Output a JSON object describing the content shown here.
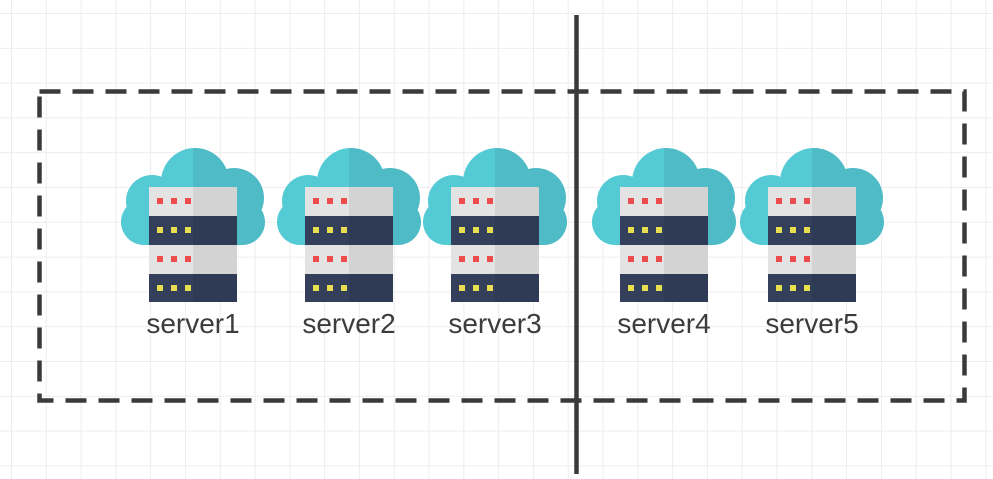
{
  "diagram": {
    "servers": [
      {
        "label": "server1",
        "icon": "cloud-server-icon",
        "zone": "left"
      },
      {
        "label": "server2",
        "icon": "cloud-server-icon",
        "zone": "left"
      },
      {
        "label": "server3",
        "icon": "cloud-server-icon",
        "zone": "left"
      },
      {
        "label": "server4",
        "icon": "cloud-server-icon",
        "zone": "right"
      },
      {
        "label": "server5",
        "icon": "cloud-server-icon",
        "zone": "right"
      }
    ],
    "boundary": {
      "style": "dashed-rectangle",
      "color": "#3a3a3a"
    },
    "divider": {
      "style": "vertical-line",
      "color": "#3a3a3a"
    }
  },
  "colors": {
    "background": "#ffffff",
    "grid_line": "#ededed",
    "cloud": "#54cad5",
    "rack_light_row": "#e3e3e3",
    "rack_dark_row": "#333f5b",
    "led_red": "#ee4b4d",
    "led_yellow": "#e8df4f",
    "outline": "#3a3a3a",
    "label_text": "#3c3c3c"
  }
}
